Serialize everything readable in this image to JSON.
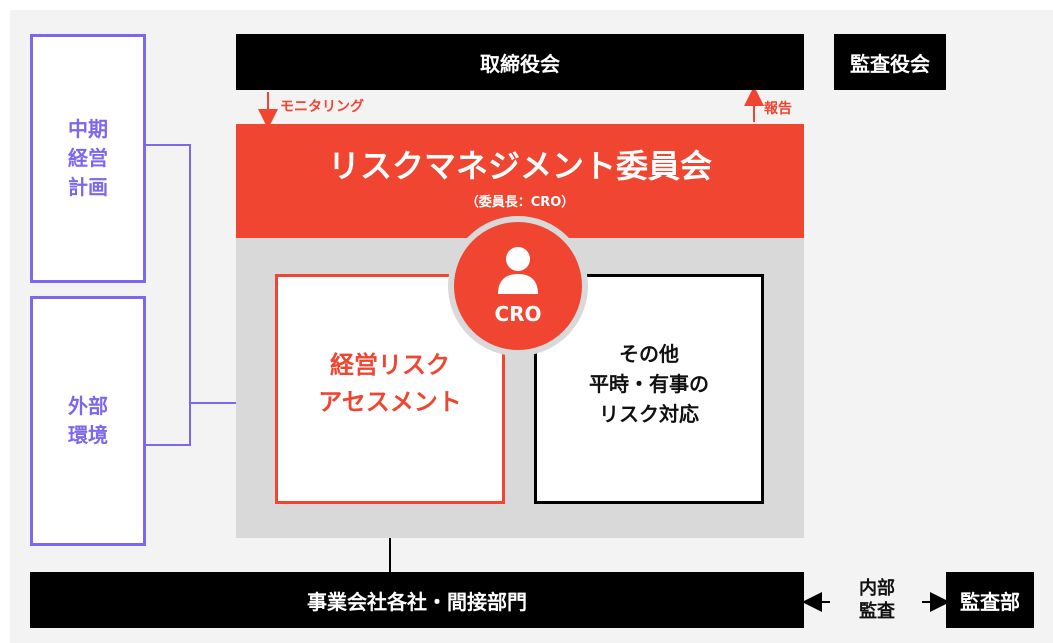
{
  "board": "取締役会",
  "audit_board": "監査役会",
  "monitoring_label": "モニタリング",
  "report_label": "報告",
  "committee": {
    "title": "リスクマネジメント委員会",
    "subtitle": "（委員長：CRO）"
  },
  "cro_label": "CRO",
  "left_boxes": {
    "mid_plan": "中期\n経営\n計画",
    "external": "外部\n環境"
  },
  "assessment": "経営リスク\nアセスメント",
  "other": "その他\n平時・有事の\nリスク対応",
  "business": "事業会社各社・間接部門",
  "internal_audit": "内部\n監査",
  "audit_dept": "監査部",
  "colors": {
    "accent_red": "#f04530",
    "purple": "#7b68ee",
    "grey_area": "#d9d9d9",
    "black": "#000000"
  }
}
